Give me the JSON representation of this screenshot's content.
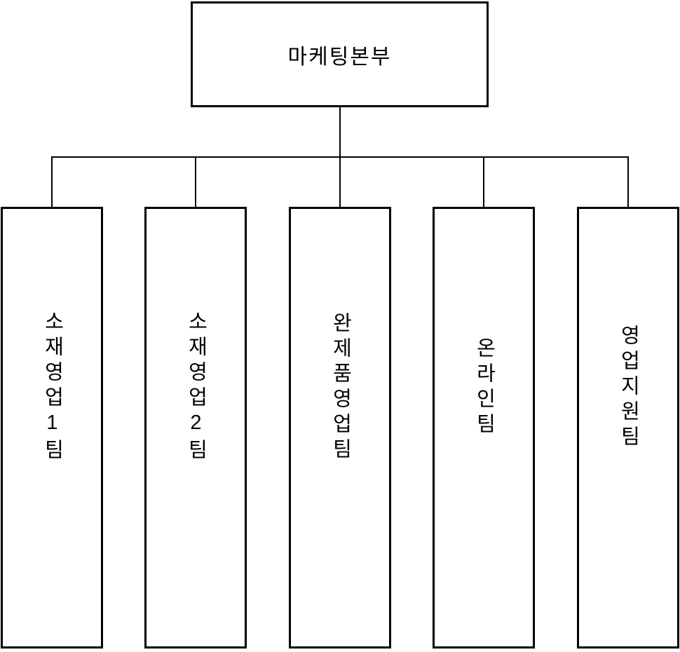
{
  "org_chart": {
    "root": {
      "label": "마케팅본부"
    },
    "children": [
      {
        "label": "소재영업1팀"
      },
      {
        "label": "소재영업2팀"
      },
      {
        "label": "완제품영업팀"
      },
      {
        "label": "온라인팀"
      },
      {
        "label": "영업지원팀"
      }
    ]
  },
  "colors": {
    "line": "#000000",
    "box_border": "#000000",
    "background": "#ffffff",
    "text": "#000000"
  }
}
